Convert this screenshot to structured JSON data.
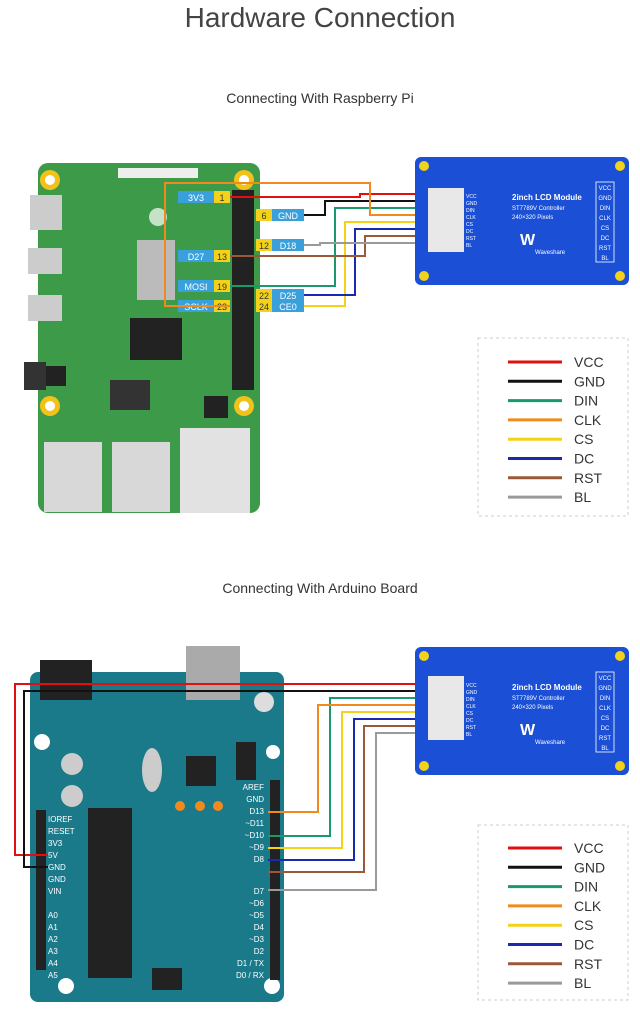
{
  "title": "Hardware Connection",
  "sections": [
    {
      "subtitle": "Connecting With Raspberry Pi"
    },
    {
      "subtitle": "Connecting With Arduino Board"
    }
  ],
  "lcd": {
    "name": "2inch LCD Module",
    "controller": "ST7789V Controller",
    "pixels": "240×320 Pixels",
    "brand": "Waveshare",
    "pins": [
      "VCC",
      "GND",
      "DIN",
      "CLK",
      "CS",
      "DC",
      "RST",
      "BL"
    ]
  },
  "legend": [
    {
      "label": "VCC",
      "color": "#e01010"
    },
    {
      "label": "GND",
      "color": "#111111"
    },
    {
      "label": "DIN",
      "color": "#1a9a6a"
    },
    {
      "label": "CLK",
      "color": "#f08a1e"
    },
    {
      "label": "CS",
      "color": "#f5d21a"
    },
    {
      "label": "DC",
      "color": "#1a2ab0"
    },
    {
      "label": "RST",
      "color": "#9a5a3a"
    },
    {
      "label": "BL",
      "color": "#9a9a9a"
    }
  ],
  "rpi_pins": {
    "left": [
      {
        "label": "3V3",
        "num": "1"
      },
      {
        "label": "D27",
        "num": "13"
      },
      {
        "label": "MOSI",
        "num": "19"
      },
      {
        "label": "SCLK",
        "num": "23"
      }
    ],
    "right": [
      {
        "label": "GND",
        "num": "6"
      },
      {
        "label": "D18",
        "num": "12"
      },
      {
        "label": "D25",
        "num": "22"
      },
      {
        "label": "CE0",
        "num": "24"
      }
    ]
  },
  "arduino_pins": {
    "power": [
      "IOREF",
      "RESET",
      "3V3",
      "5V",
      "GND",
      "GND",
      "VIN"
    ],
    "analog": [
      "A0",
      "A1",
      "A2",
      "A3",
      "A4",
      "A5"
    ],
    "digital_top": [
      "AREF",
      "GND",
      "D13",
      "~D11",
      "~D10",
      "~D9",
      "D8"
    ],
    "digital_bottom": [
      "D7",
      "~D6",
      "~D5",
      "D4",
      "~D3",
      "D2",
      "D1 / TX",
      "D0 / RX"
    ]
  }
}
